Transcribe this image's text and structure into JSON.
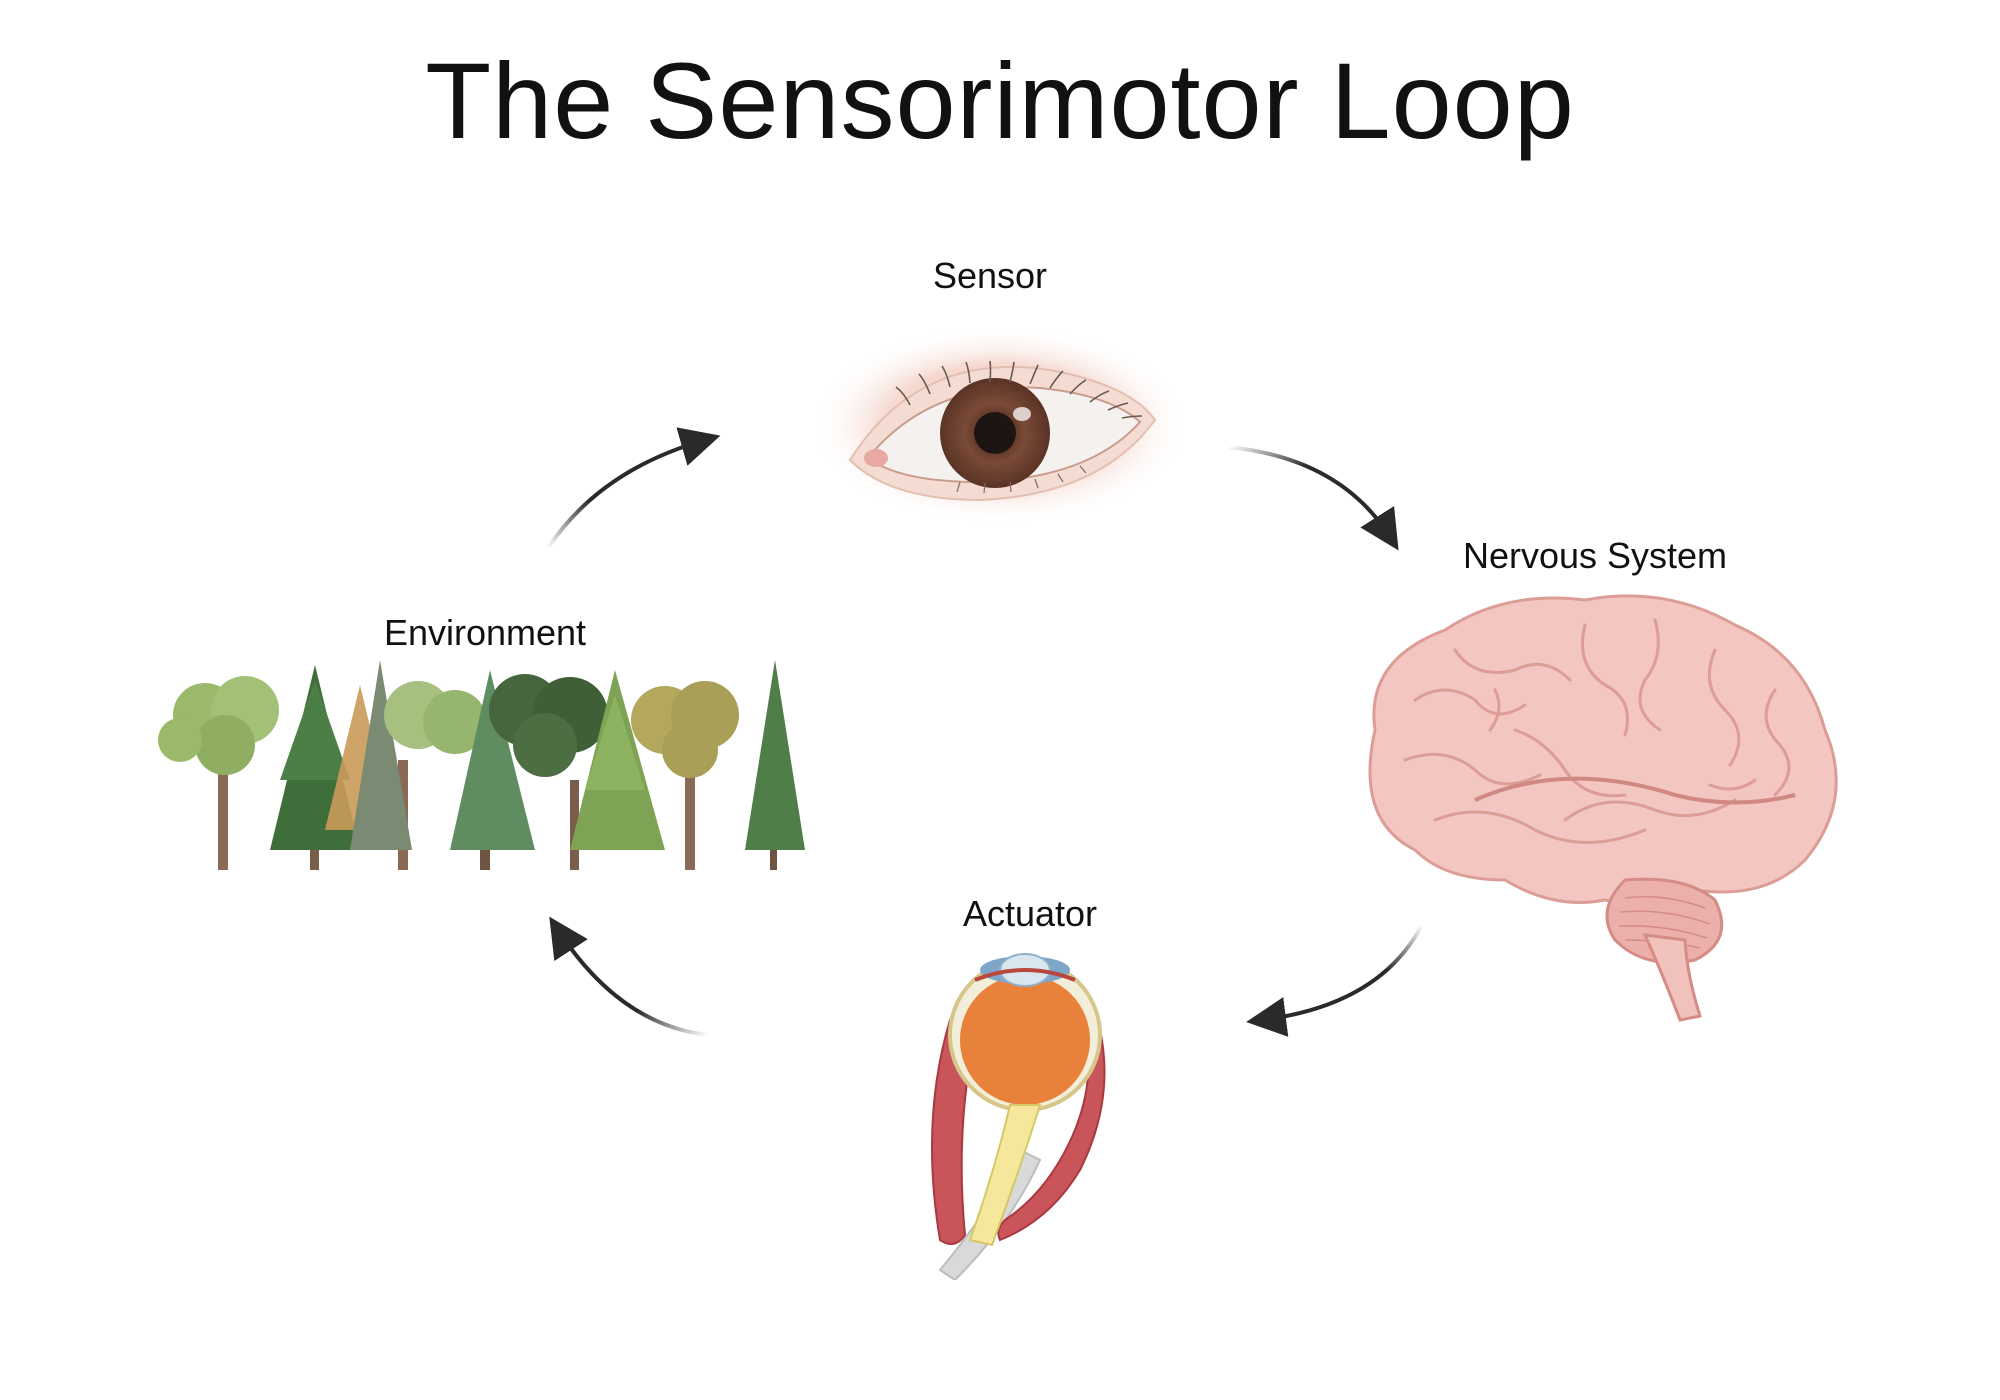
{
  "title": "The Sensorimotor Loop",
  "nodes": {
    "sensor": {
      "label": "Sensor",
      "icon": "eye-icon"
    },
    "nervous_system": {
      "label": "Nervous System",
      "icon": "brain-icon"
    },
    "actuator": {
      "label": "Actuator",
      "icon": "eyeball-muscle-icon"
    },
    "environment": {
      "label": "Environment",
      "icon": "forest-icon"
    }
  },
  "flow": [
    "Environment",
    "Sensor",
    "Nervous System",
    "Actuator",
    "Environment"
  ],
  "colors": {
    "arrow": "#2a2a2a",
    "iris": "#6b3f2e",
    "brain": "#f2c1bd",
    "brain_outline": "#dd9b96",
    "lens": "#e8813a",
    "muscle": "#c9555a",
    "nerve": "#f5e79b",
    "tree_greens": [
      "#9ab96b",
      "#3f6b3a",
      "#5d8a4a",
      "#7da35a",
      "#b0a55a"
    ]
  }
}
